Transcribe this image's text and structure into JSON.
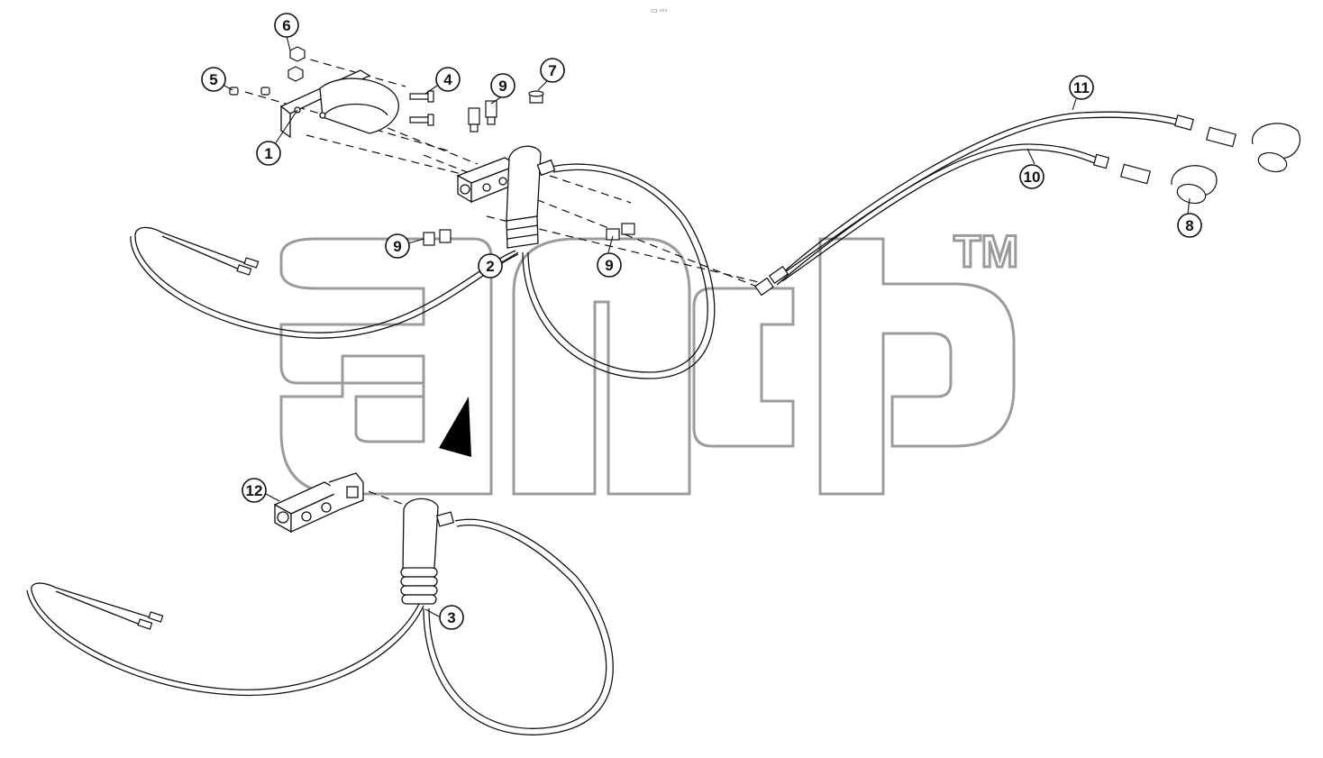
{
  "header": {
    "mark": "▭ ▫▫▫"
  },
  "watermark": {
    "tm": "TM"
  },
  "callouts": [
    {
      "id": "c1",
      "label": "1"
    },
    {
      "id": "c2",
      "label": "2"
    },
    {
      "id": "c3",
      "label": "3"
    },
    {
      "id": "c4",
      "label": "4"
    },
    {
      "id": "c5",
      "label": "5"
    },
    {
      "id": "c6",
      "label": "6"
    },
    {
      "id": "c7",
      "label": "7"
    },
    {
      "id": "c8",
      "label": "8"
    },
    {
      "id": "c9a",
      "label": "9"
    },
    {
      "id": "c9b",
      "label": "9"
    },
    {
      "id": "c9c",
      "label": "9"
    },
    {
      "id": "c10",
      "label": "10"
    },
    {
      "id": "c11",
      "label": "11"
    },
    {
      "id": "c12",
      "label": "12"
    }
  ]
}
